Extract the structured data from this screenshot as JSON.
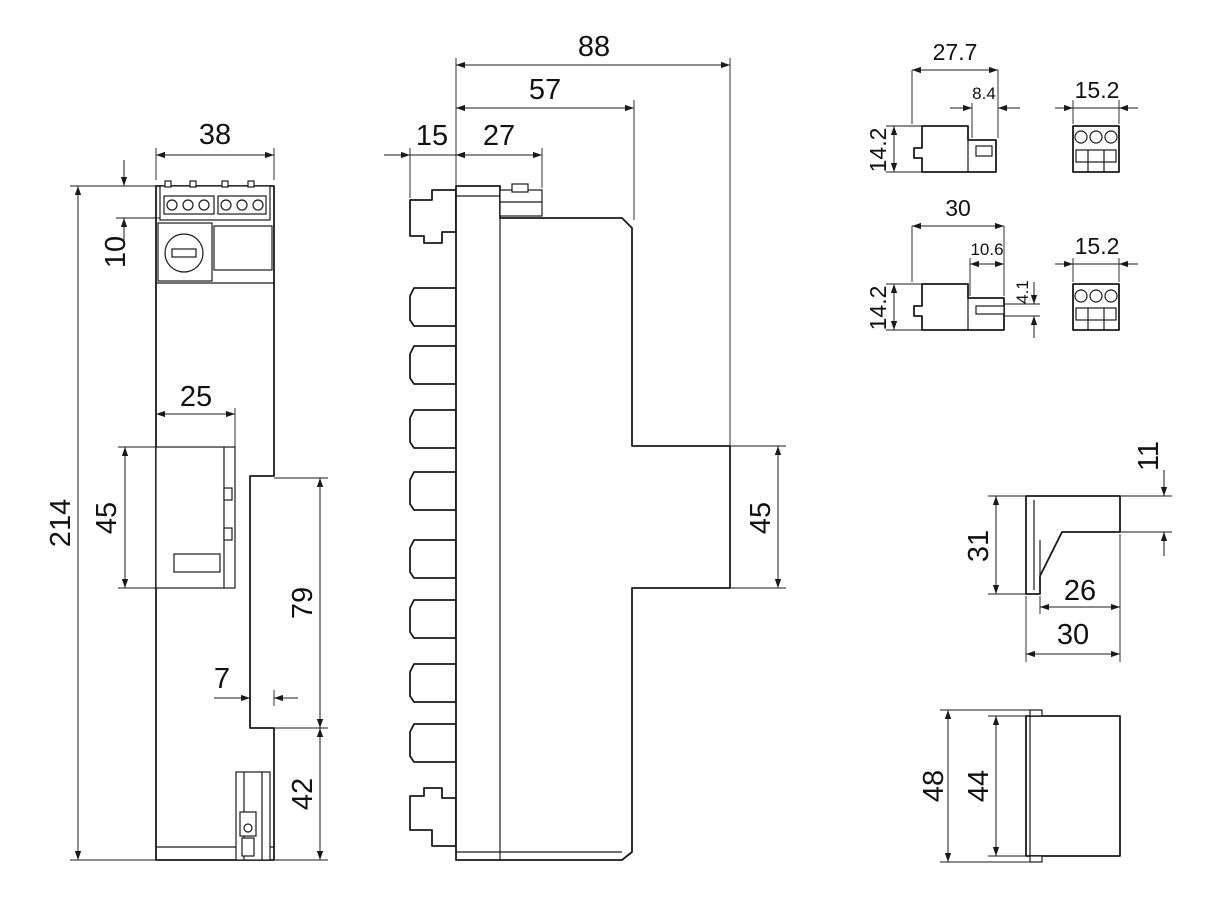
{
  "dimensions": {
    "front_width": "38",
    "front_top_height": "10",
    "front_total_height": "214",
    "front_window_width": "25",
    "front_window_height": "45",
    "front_step_height": "79",
    "front_step_offset": "7",
    "front_bottom_height": "42",
    "side_total_depth": "88",
    "side_depth_57": "57",
    "side_depth_15": "15",
    "side_depth_27": "27",
    "side_right_height": "45",
    "plug1_width": "27.7",
    "plug1_sub_width": "8.4",
    "plug1_height": "14.2",
    "plug1_face_width": "15.2",
    "plug2_width": "30",
    "plug2_sub_width": "10.6",
    "plug2_pin_height": "4.1",
    "plug2_height": "14.2",
    "plug2_face_width": "15.2",
    "cover_top": "11",
    "cover_height": "31",
    "cover_inner_width": "26",
    "cover_width": "30",
    "box_outer_height": "48",
    "box_inner_height": "44"
  }
}
